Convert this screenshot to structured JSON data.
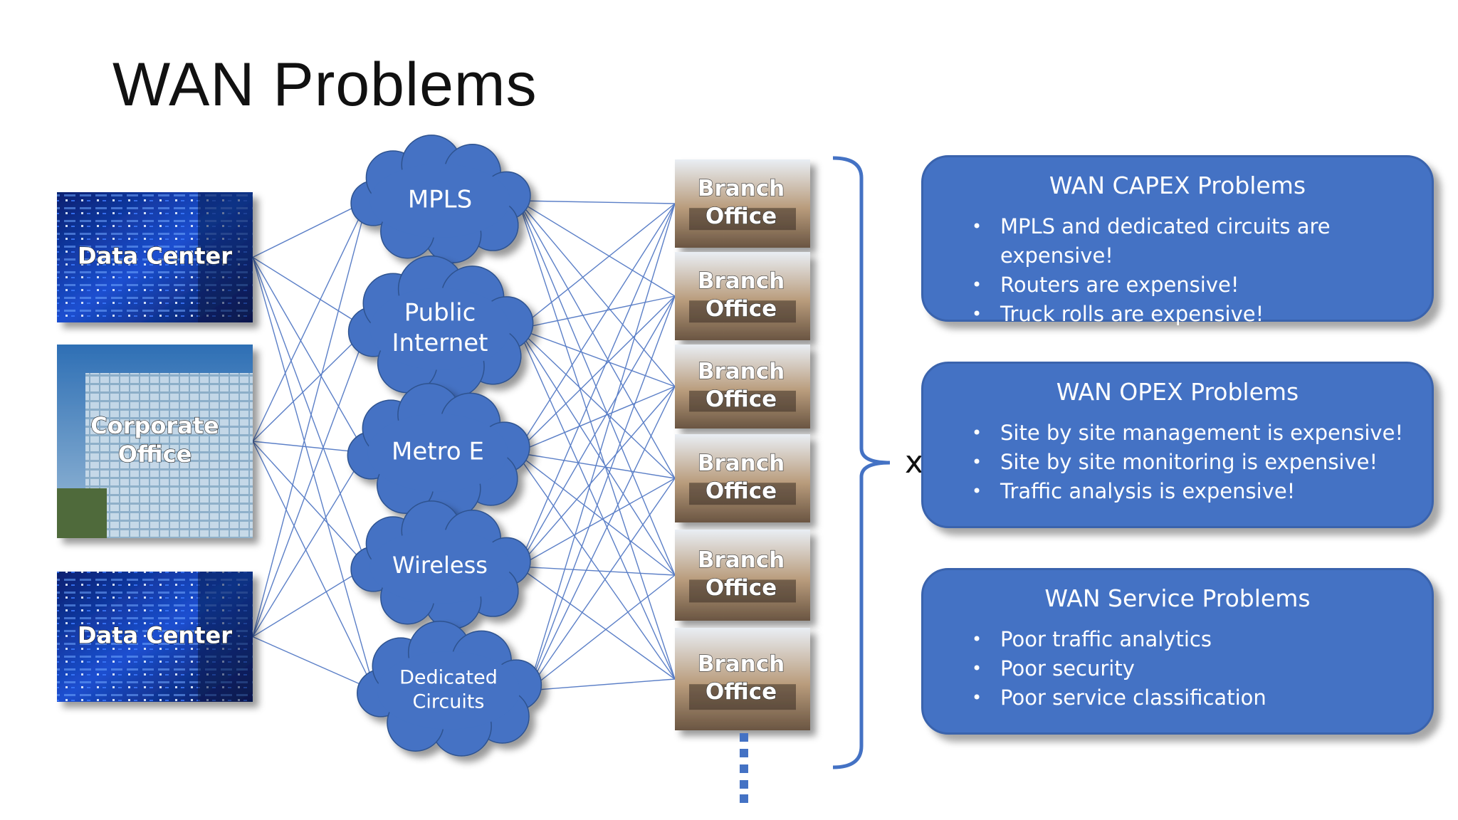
{
  "title": "WAN Problems",
  "sites": [
    {
      "id": "dc1",
      "label_lines": [
        "Data Center"
      ]
    },
    {
      "id": "corp",
      "label_lines": [
        "Corporate",
        "Office"
      ]
    },
    {
      "id": "dc2",
      "label_lines": [
        "Data Center"
      ]
    }
  ],
  "networks": [
    {
      "id": "mpls",
      "label_lines": [
        "MPLS"
      ]
    },
    {
      "id": "internet",
      "label_lines": [
        "Public",
        "Internet"
      ]
    },
    {
      "id": "metro",
      "label_lines": [
        "Metro E"
      ]
    },
    {
      "id": "wireless",
      "label_lines": [
        "Wireless"
      ]
    },
    {
      "id": "dedicated",
      "label_lines": [
        "Dedicated",
        "Circuits"
      ]
    }
  ],
  "branches": [
    {
      "label_lines": [
        "Branch",
        "Office"
      ]
    },
    {
      "label_lines": [
        "Branch",
        "Office"
      ]
    },
    {
      "label_lines": [
        "Branch",
        "Office"
      ]
    },
    {
      "label_lines": [
        "Branch",
        "Office"
      ]
    },
    {
      "label_lines": [
        "Branch",
        "Office"
      ]
    },
    {
      "label_lines": [
        "Branch",
        "Office"
      ]
    }
  ],
  "multiplier_symbol": "x",
  "panels": [
    {
      "title": "WAN CAPEX Problems",
      "bullets": [
        "MPLS and dedicated circuits are expensive!",
        "Routers are expensive!",
        "Truck rolls are expensive!"
      ]
    },
    {
      "title": "WAN OPEX Problems",
      "bullets": [
        "Site by site management is expensive!",
        "Site by site monitoring is expensive!",
        "Traffic analysis is expensive!"
      ]
    },
    {
      "title": "WAN Service Problems",
      "bullets": [
        "Poor traffic analytics",
        "Poor security",
        "Poor service classification"
      ]
    }
  ],
  "colors": {
    "accent": "#4472c4",
    "line": "#5b7fc7",
    "datacenter_bg": "#0a2a8a",
    "building_bg": "#6f95b8"
  }
}
